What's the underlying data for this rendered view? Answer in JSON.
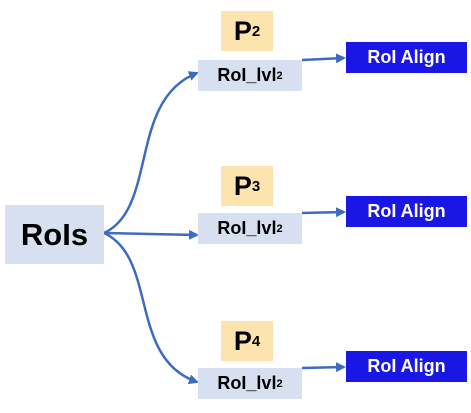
{
  "source": {
    "label": "RoIs"
  },
  "levels": [
    {
      "pyramid_name": "P",
      "pyramid_sub": "2",
      "lvl_name": "RoI_lvl",
      "lvl_sub": "2",
      "output": "RoI Align"
    },
    {
      "pyramid_name": "P",
      "pyramid_sub": "3",
      "lvl_name": "RoI_lvl",
      "lvl_sub": "2",
      "output": "RoI Align"
    },
    {
      "pyramid_name": "P",
      "pyramid_sub": "4",
      "lvl_name": "RoI_lvl",
      "lvl_sub": "2",
      "output": "RoI Align"
    }
  ],
  "colors": {
    "arrow": "#3d6bc0",
    "roi_box": "#d6e0f0",
    "pyramid_box": "#fde3ae",
    "align_box": "#1a17e6"
  }
}
